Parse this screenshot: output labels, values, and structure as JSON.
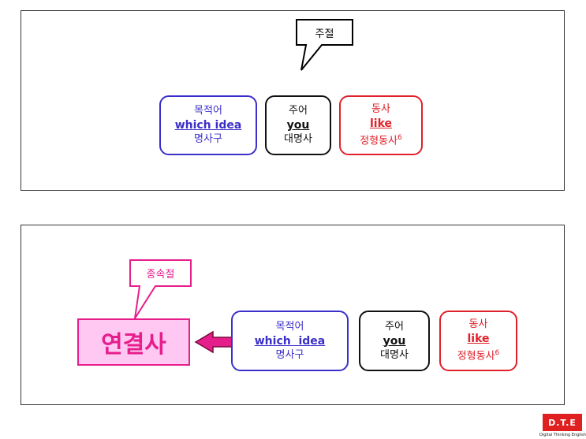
{
  "top": {
    "callout": "주절",
    "object": {
      "role": "목적어",
      "word": "which idea",
      "type": "명사구"
    },
    "subject": {
      "role": "주어",
      "word": "you",
      "type": "대명사"
    },
    "verb": {
      "role": "동사",
      "word": "like",
      "type": "정형동사",
      "sup": "6"
    }
  },
  "bottom": {
    "callout": "종속절",
    "connector": "연결사",
    "object": {
      "role": "목적어",
      "word": "which  idea",
      "type": "명사구"
    },
    "subject": {
      "role": "주어",
      "word": "you",
      "type": "대명사"
    },
    "verb": {
      "role": "동사",
      "word": "like",
      "type": "정형동사",
      "sup": "6"
    }
  },
  "logo": {
    "mark": "D.T.E",
    "caption": "Digital Thinking English"
  },
  "colors": {
    "blue": "#3b2fc9",
    "red": "#e0202a",
    "pink": "#e61e8c",
    "pink_fill": "#ffc8f2"
  }
}
